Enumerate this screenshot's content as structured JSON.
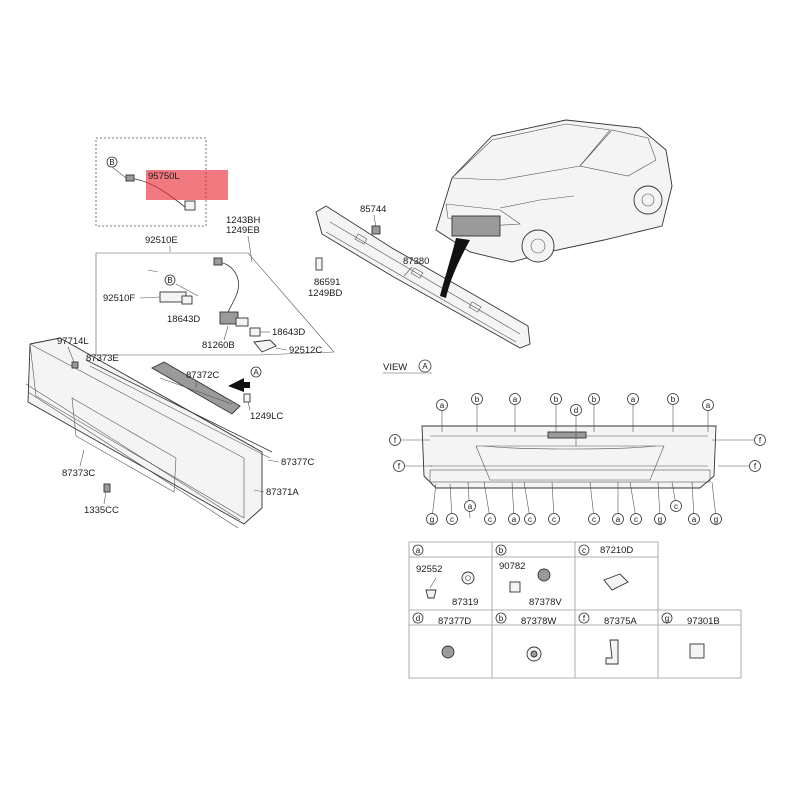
{
  "labels": {
    "l95750L": "95750L",
    "l1243BH": "1243BH",
    "l1249EB": "1249EB",
    "l92510E": "92510E",
    "l92510F": "92510F",
    "l18643D_a": "18643D",
    "l18643D_b": "18643D",
    "l81260B": "81260B",
    "l92512C": "92512C",
    "l85744": "85744",
    "l86591": "86591",
    "l1249BD": "1249BD",
    "l87380": "87380",
    "l97714L": "97714L",
    "l87373E": "87373E",
    "l87372C": "87372C",
    "l1249LC": "1249LC",
    "l87377C": "87377C",
    "l87373C": "87373C",
    "l87371A": "87371A",
    "l1335CC": "1335CC"
  },
  "letters": {
    "a": "a",
    "b": "b",
    "c": "c",
    "d": "d",
    "f": "f",
    "g": "g",
    "A": "A",
    "B": "B"
  },
  "view": {
    "label": "VIEW"
  },
  "legend": {
    "a_p1": "92552",
    "a_p2": "87319",
    "b_p1": "90782",
    "b_p2": "87378V",
    "c_p": "87210D",
    "d_p": "87377D",
    "e_p": "87378W",
    "f_p": "87375A",
    "g_p": "97301B"
  },
  "colors": {
    "highlight": "#e8202a"
  }
}
